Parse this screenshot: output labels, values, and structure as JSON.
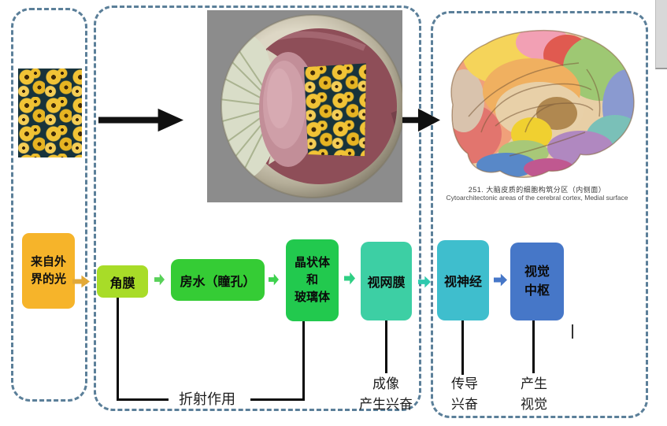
{
  "source": {
    "label": "来自外\n界的光"
  },
  "flow": {
    "boxes": [
      {
        "id": "cornea",
        "label": "角膜",
        "color": "#a8dc28"
      },
      {
        "id": "aqueous-humor-pupil",
        "label": "房水（瞳孔）",
        "color": "#35cc35"
      },
      {
        "id": "lens-vitreous",
        "label": "晶状体\n和\n玻璃体",
        "color": "#22c94e"
      },
      {
        "id": "retina",
        "label": "视网膜",
        "color": "#3dcfa4"
      },
      {
        "id": "optic-nerve",
        "label": "视神经",
        "color": "#3fbecd"
      },
      {
        "id": "visual-center",
        "label": "视觉\n中枢",
        "color": "#4677c8"
      }
    ]
  },
  "annotations": {
    "refraction": "折射作用",
    "imaging": "成像\n产生兴奋",
    "conduction": "传导\n兴奋",
    "vision": "产生\n视觉"
  },
  "brain_caption": {
    "line1": "251. 大脑皮质的细胞构筑分区（内侧面）",
    "line2": "Cytoarchitectonic areas of the cerebral cortex, Medial surface"
  },
  "colors": {
    "frame_dash": "#5b7f99",
    "light_box": "#f6b42a",
    "arrow_black": "#111111",
    "arrow_amber": "#e2a938",
    "arrow_green_1": "#58d158",
    "arrow_green_2": "#3ed24e",
    "arrow_green_3": "#2ecf83",
    "arrow_teal": "#2fc9ae",
    "arrow_blue": "#4677c8"
  }
}
